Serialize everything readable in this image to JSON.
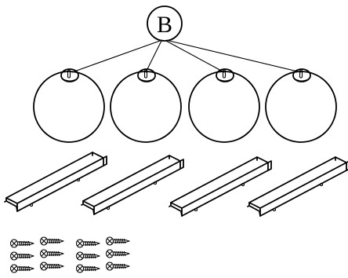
{
  "callout": {
    "label": "B"
  },
  "parts": {
    "knobs": {
      "count": 4,
      "icon": "round-knob-icon"
    },
    "brackets": {
      "count": 4,
      "icon": "channel-bracket-icon"
    },
    "screws": {
      "count": 12,
      "icon": "screw-icon"
    }
  },
  "colors": {
    "line": "#000000",
    "background": "#ffffff"
  }
}
